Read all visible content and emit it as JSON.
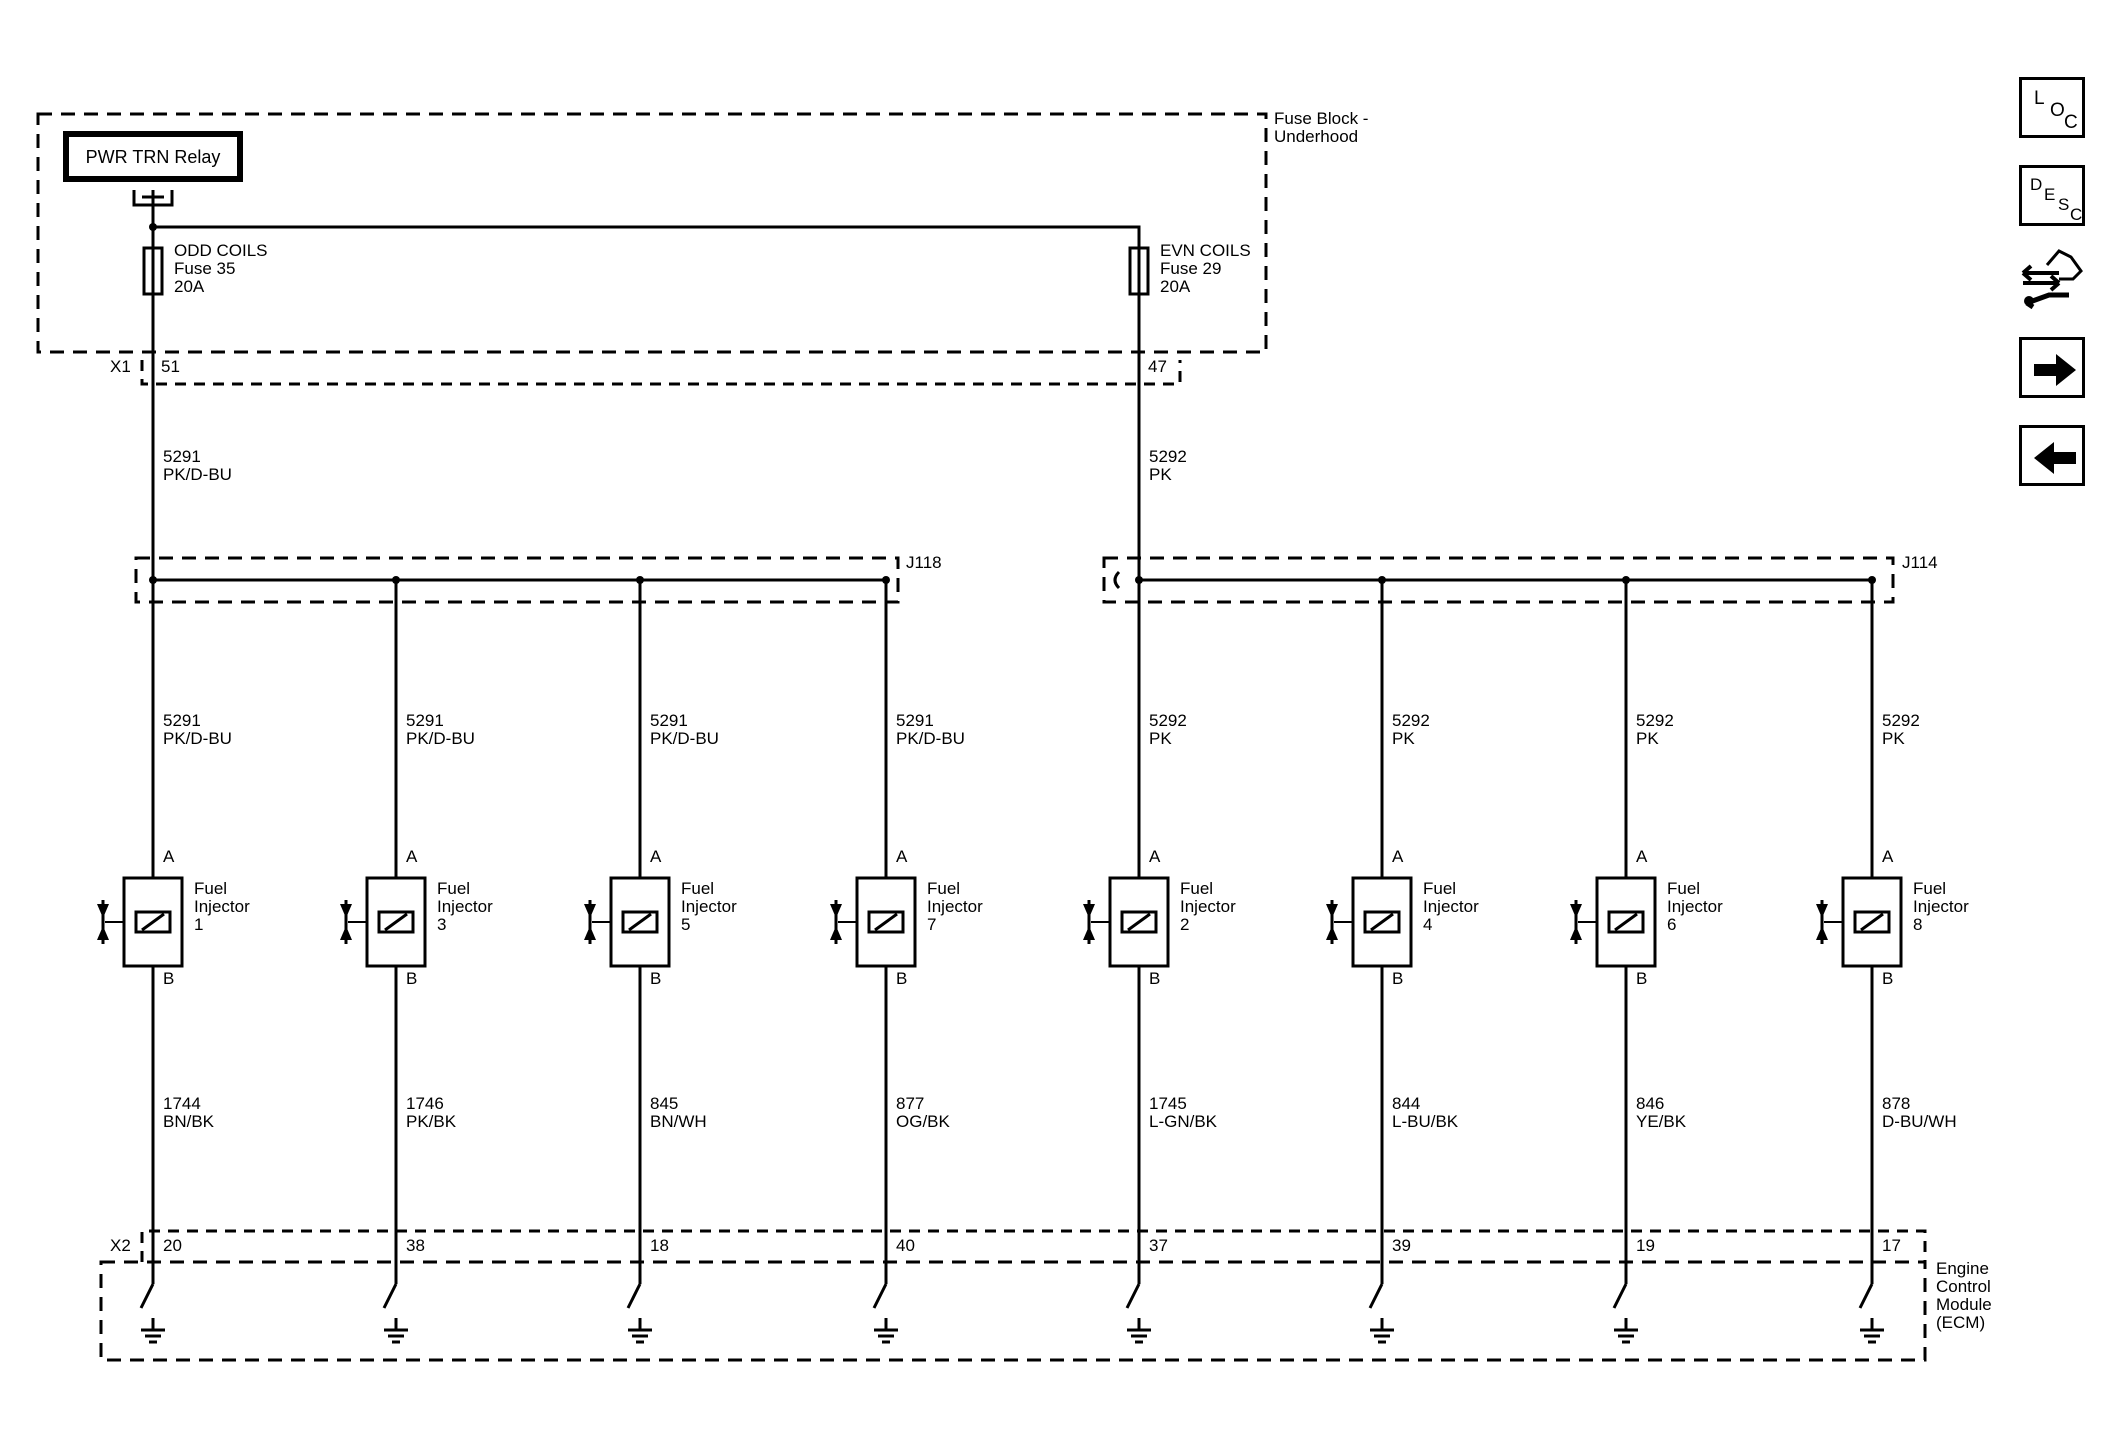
{
  "fuse_block": {
    "title_line1": "Fuse Block -",
    "title_line2": "Underhood",
    "relay_label": "PWR TRN Relay",
    "fuse_odd": {
      "name": "ODD COILS",
      "fuse": "Fuse 35",
      "rating": "20A"
    },
    "fuse_even": {
      "name": "EVN COILS",
      "fuse": "Fuse 29",
      "rating": "20A"
    },
    "connector": "X1",
    "pin_odd": "51",
    "pin_even": "47"
  },
  "feed_wires": {
    "odd": {
      "circuit": "5291",
      "color": "PK/D-BU"
    },
    "even": {
      "circuit": "5292",
      "color": "PK"
    }
  },
  "splices": {
    "odd": "J118",
    "even": "J114"
  },
  "injectors": [
    {
      "circuit_a": "5291",
      "color_a": "PK/D-BU",
      "pin_a": "A",
      "pin_b": "B",
      "name1": "Fuel",
      "name2": "Injector",
      "number": "1",
      "circuit_b": "1744",
      "color_b": "BN/BK",
      "ecm_pin": "20"
    },
    {
      "circuit_a": "5291",
      "color_a": "PK/D-BU",
      "pin_a": "A",
      "pin_b": "B",
      "name1": "Fuel",
      "name2": "Injector",
      "number": "3",
      "circuit_b": "1746",
      "color_b": "PK/BK",
      "ecm_pin": "38"
    },
    {
      "circuit_a": "5291",
      "color_a": "PK/D-BU",
      "pin_a": "A",
      "pin_b": "B",
      "name1": "Fuel",
      "name2": "Injector",
      "number": "5",
      "circuit_b": "845",
      "color_b": "BN/WH",
      "ecm_pin": "18"
    },
    {
      "circuit_a": "5291",
      "color_a": "PK/D-BU",
      "pin_a": "A",
      "pin_b": "B",
      "name1": "Fuel",
      "name2": "Injector",
      "number": "7",
      "circuit_b": "877",
      "color_b": "OG/BK",
      "ecm_pin": "40"
    },
    {
      "circuit_a": "5292",
      "color_a": "PK",
      "pin_a": "A",
      "pin_b": "B",
      "name1": "Fuel",
      "name2": "Injector",
      "number": "2",
      "circuit_b": "1745",
      "color_b": "L-GN/BK",
      "ecm_pin": "37"
    },
    {
      "circuit_a": "5292",
      "color_a": "PK",
      "pin_a": "A",
      "pin_b": "B",
      "name1": "Fuel",
      "name2": "Injector",
      "number": "4",
      "circuit_b": "844",
      "color_b": "L-BU/BK",
      "ecm_pin": "39"
    },
    {
      "circuit_a": "5292",
      "color_a": "PK",
      "pin_a": "A",
      "pin_b": "B",
      "name1": "Fuel",
      "name2": "Injector",
      "number": "6",
      "circuit_b": "846",
      "color_b": "YE/BK",
      "ecm_pin": "19"
    },
    {
      "circuit_a": "5292",
      "color_a": "PK",
      "pin_a": "A",
      "pin_b": "B",
      "name1": "Fuel",
      "name2": "Injector",
      "number": "8",
      "circuit_b": "878",
      "color_b": "D-BU/WH",
      "ecm_pin": "17"
    }
  ],
  "ecm": {
    "connector": "X2",
    "title_line1": "Engine",
    "title_line2": "Control",
    "title_line3": "Module",
    "title_line4": "(ECM)"
  },
  "nav": {
    "loc": {
      "l": "L",
      "o": "O",
      "c": "C"
    },
    "desc": {
      "d": "D",
      "e": "E",
      "s": "S",
      "c": "C"
    },
    "icons": [
      "connector-end-view-icon",
      "next-page-arrow-icon",
      "previous-page-arrow-icon"
    ]
  }
}
